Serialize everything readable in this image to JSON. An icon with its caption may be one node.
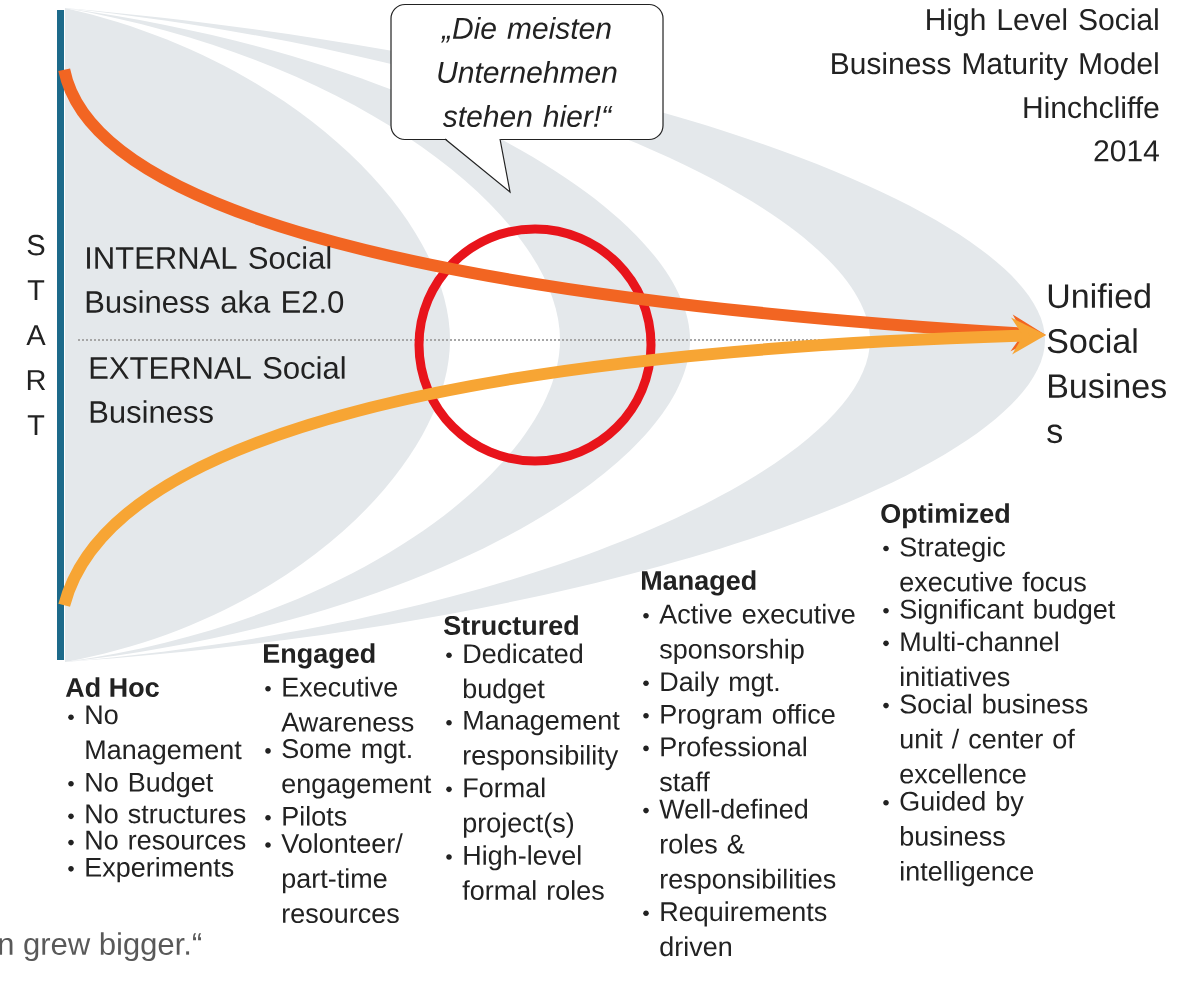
{
  "diagram": {
    "title": "High Level Social Business Maturity Model",
    "nodes": [
      {
        "text": [
          "S T A R T"
        ]
      },
      {
        "text": [
          "„Die meisten Unternehmen stehen hier!“"
        ]
      },
      {
        "text": [
          "Unified Social Busines s"
        ]
      }
    ],
    "edges": [
      {
        "from": 0,
        "to": 2,
        "arrow": "to",
        "label": "INTERNAL Social Business aka E2.0",
        "color": "#f26522"
      },
      {
        "from": 0,
        "to": 2,
        "arrow": "to",
        "label": "EXTERNAL Social Business",
        "color": "#f7a534"
      }
    ],
    "labels": [
      "Ad Hoc",
      "No Management",
      "No Budget",
      "No structures",
      "No resources",
      "Experiments",
      "Engaged",
      "Executive Awareness",
      "Some mgt. engagement",
      "Pilots",
      "Volonteer/ part-time resources",
      "Structured",
      "Dedicated budget",
      "Management responsibility",
      "Formal project(s)",
      "High-level formal roles",
      "Managed",
      "Active executive sponsorship",
      "Daily mgt.",
      "Program office",
      "Professional staff",
      "Well-defined roles & responsibilities",
      "Requirements driven",
      "Optimized",
      "Strategic executive focus",
      "Significant budget",
      "Multi-channel initiatives",
      "Social business unit / center of excellence",
      "Guided by business intelligence",
      "n grew bigger.“",
      "Hinchcliffe",
      "2014"
    ]
  }
}
